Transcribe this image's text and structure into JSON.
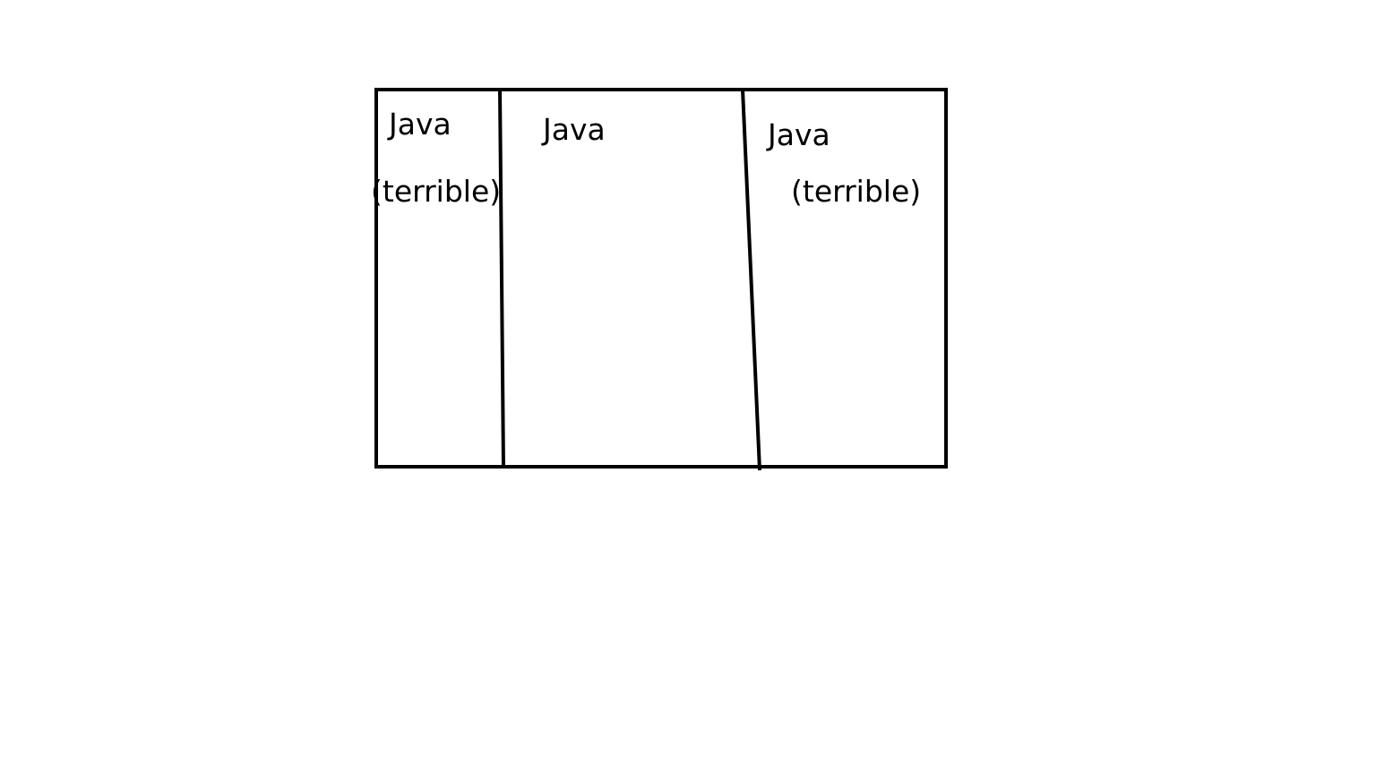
{
  "diagram": {
    "stroke_color": "#000000",
    "background_color": "#ffffff",
    "panels": [
      {
        "title": "Java",
        "note": "(terrible)"
      },
      {
        "title": "Java",
        "note": ""
      },
      {
        "title": "Java",
        "note": "(terrible)"
      }
    ]
  }
}
